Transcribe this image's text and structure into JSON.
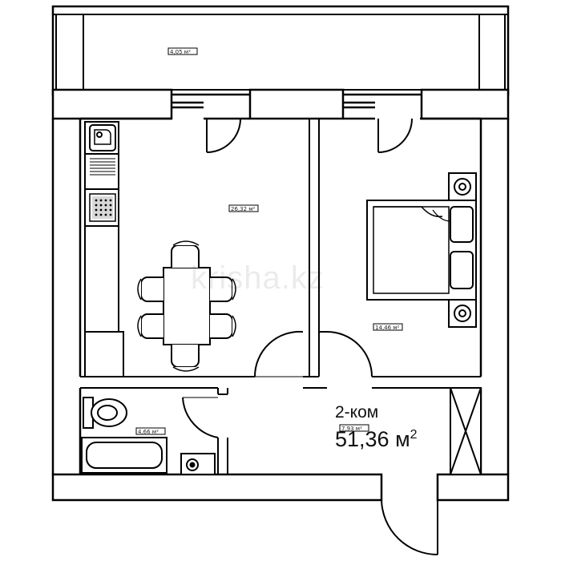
{
  "plan": {
    "room_count_label": "2-ком",
    "total_area_value": "51,36 м",
    "total_area_exponent": "2",
    "watermark": "krisha.kz",
    "room_tags": {
      "balcony": "4,05 м²",
      "living_kitchen": "26,32 м²",
      "bedroom": "14,46 м²",
      "bathroom": "4,66 м²",
      "hall": "7,93 м²"
    },
    "colors": {
      "wall": "#000000",
      "fill": "#ffffff",
      "furniture_fill": "#ffffff"
    }
  }
}
